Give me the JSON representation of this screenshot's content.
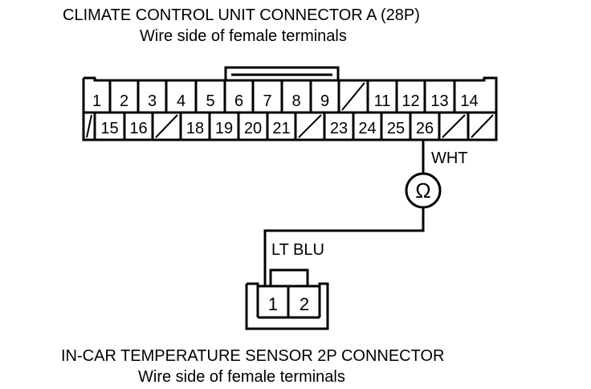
{
  "connector_a": {
    "title": "CLIMATE CONTROL UNIT CONNECTOR A (28P)",
    "subtitle": "Wire side of female terminals",
    "top_row": [
      "1",
      "2",
      "3",
      "4",
      "5",
      "6",
      "7",
      "8",
      "9",
      "",
      "11",
      "12",
      "13",
      "14"
    ],
    "bottom_row": [
      "",
      "15",
      "16",
      "",
      "18",
      "19",
      "20",
      "21",
      "",
      "23",
      "24",
      "25",
      "26",
      "",
      ""
    ]
  },
  "wires": {
    "upper_color": "WHT",
    "lower_color": "LT BLU"
  },
  "meter": {
    "symbol": "Ω"
  },
  "sensor": {
    "title": "IN-CAR TEMPERATURE SENSOR 2P CONNECTOR",
    "subtitle": "Wire side of female terminals",
    "pins": [
      "1",
      "2"
    ]
  }
}
